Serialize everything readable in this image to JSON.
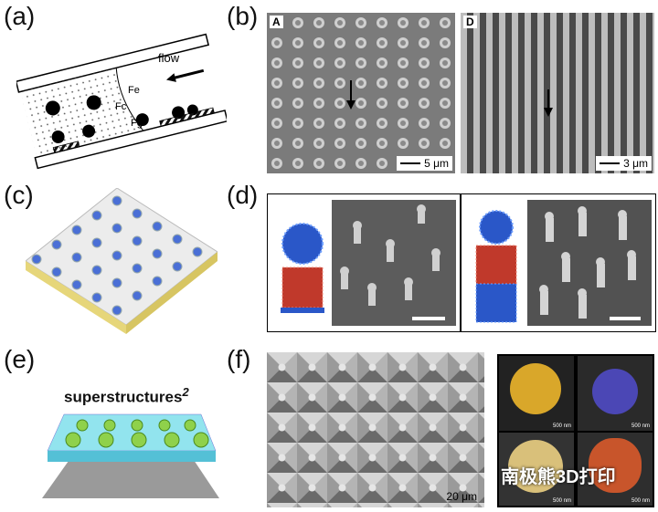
{
  "panels": {
    "a": {
      "label": "(a)",
      "flow": "flow",
      "fe": "Fe",
      "fc": "Fc",
      "fg": "Fg"
    },
    "b": {
      "label": "(b)",
      "left_tag": "A",
      "left_scale": "5 μm",
      "right_tag": "D",
      "right_scale": "3 μm"
    },
    "c": {
      "label": "(c)"
    },
    "d": {
      "label": "(d)"
    },
    "e": {
      "label": "(e)",
      "title": "superstructures",
      "superscript": "2"
    },
    "f": {
      "label": "(f)",
      "scale": "20 μm",
      "sub_scale_1": "500 nm",
      "sub_scale_2": "500 nm",
      "sub_scale_3": "500 nm",
      "sub_scale_4": "500 nm"
    }
  },
  "watermark": "南极熊3D打印",
  "colors": {
    "blue": "#2a57c8",
    "red": "#c0392b",
    "gold": "#d9a72a",
    "purple": "#4b47b5",
    "orange": "#c8552b",
    "cyan": "#67d6e6"
  }
}
